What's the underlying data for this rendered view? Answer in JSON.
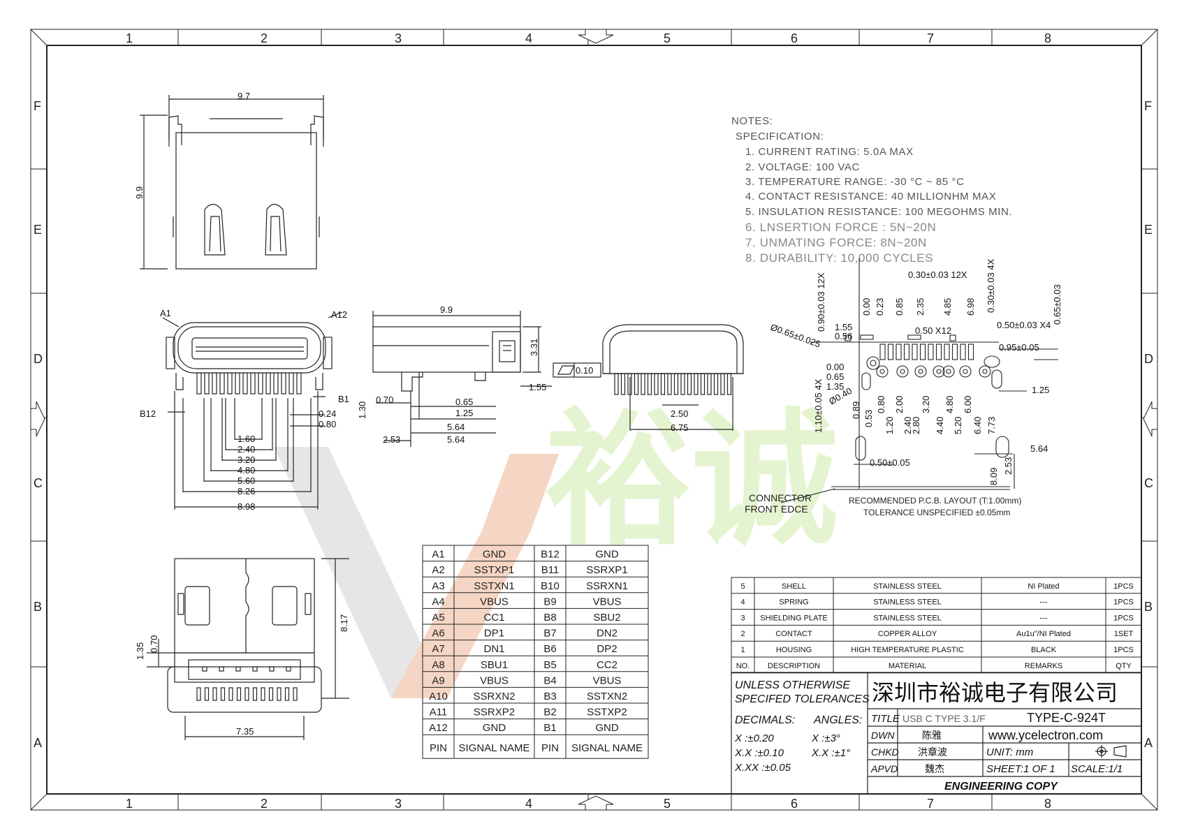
{
  "frame": {
    "col_labels": [
      "1",
      "2",
      "3",
      "4",
      "5",
      "6",
      "7",
      "8"
    ],
    "row_labels": [
      "F",
      "E",
      "D",
      "C",
      "B",
      "A"
    ]
  },
  "notes": {
    "heading": "NOTES:",
    "subheading": "SPECIFICATION:",
    "items": [
      "1. CURRENT RATING: 5.0A MAX",
      "2. VOLTAGE: 100 VAC",
      "3. TEMPERATURE RANGE: -30 °C ~ 85 °C",
      "4. CONTACT RESISTANCE: 40 MILLIONHM MAX",
      "5. INSULATION RESISTANCE: 100 MEGOHMS MIN.",
      "6. LNSERTION FORCE : 5N~20N",
      "7. UNMATING FORCE: 8N~20N",
      "8. DURABILITY:   10,000 CYCLES"
    ]
  },
  "top_view": {
    "width_dim": "9.7",
    "height_dim": "9.9"
  },
  "front_view": {
    "labels": {
      "a1": "A1",
      "a12": "A12",
      "b1": "B1",
      "b12": "B12"
    },
    "dims": [
      "0.24",
      "0.80",
      "1.60",
      "2.40",
      "3.20",
      "4.80",
      "5.60",
      "8.26",
      "8.98"
    ]
  },
  "side_view": {
    "dims": [
      "9.9",
      "3.31",
      "0.10",
      "1.55",
      "0.70",
      "1.30",
      "0.65",
      "1.25",
      "5.64",
      "2.53",
      "5.64"
    ]
  },
  "pcb_front": {
    "dims": [
      "2.50",
      "6.75"
    ]
  },
  "pcb_layout": {
    "dims_top": [
      "0.30±0.03 12X",
      "0.30±0.03 4X",
      "0.65±0.03",
      "0.50±0.03 X4",
      "0.95±0.05",
      "0.50 X12",
      "Ø0.65±0.025",
      "0.90±0.03 12X",
      "1.55",
      "0.56"
    ],
    "dims_top_vert": [
      "0.00",
      "0.23",
      "0.85",
      "2.35",
      "4.85",
      "6.98"
    ],
    "dims_left": [
      "0.00",
      "0.65",
      "1.35",
      "Ø0.40",
      "1.10±0.05 4X",
      "0.89",
      "0.53"
    ],
    "dims_bottom_vert": [
      "0.80",
      "1.20",
      "2.00",
      "2.40",
      "2.80",
      "3.20",
      "4.40",
      "4.80",
      "5.20",
      "6.00",
      "6.40",
      "7.73"
    ],
    "dims_misc": [
      "1.25",
      "0.50±0.05",
      "5.64",
      "2.53",
      "8.09"
    ],
    "front_edge_label_1": "CONNECTOR",
    "front_edge_label_2": "FRONT EDCE",
    "caption": "RECOMMENDED   P.C.B. LAYOUT (T:1.00mm)",
    "tolerance": "TOLERANCE UNSPECIFIED ±0.05mm"
  },
  "bottom_view": {
    "dims": [
      "8.17",
      "1.35",
      "0.70",
      "7.35"
    ]
  },
  "pin_table": {
    "rows": [
      [
        "A1",
        "GND",
        "B12",
        "GND"
      ],
      [
        "A2",
        "SSTXP1",
        "B11",
        "SSRXP1"
      ],
      [
        "A3",
        "SSTXN1",
        "B10",
        "SSRXN1"
      ],
      [
        "A4",
        "VBUS",
        "B9",
        "VBUS"
      ],
      [
        "A5",
        "CC1",
        "B8",
        "SBU2"
      ],
      [
        "A6",
        "DP1",
        "B7",
        "DN2"
      ],
      [
        "A7",
        "DN1",
        "B6",
        "DP2"
      ],
      [
        "A8",
        "SBU1",
        "B5",
        "CC2"
      ],
      [
        "A9",
        "VBUS",
        "B4",
        "VBUS"
      ],
      [
        "A10",
        "SSRXN2",
        "B3",
        "SSTXN2"
      ],
      [
        "A11",
        "SSRXP2",
        "B2",
        "SSTXP2"
      ],
      [
        "A12",
        "GND",
        "B1",
        "GND"
      ]
    ],
    "header": [
      "PIN",
      "SIGNAL NAME",
      "PIN",
      "SIGNAL NAME"
    ]
  },
  "bom": {
    "rows": [
      [
        "5",
        "SHELL",
        "STAINLESS STEEL",
        "NI   Plated",
        "1PCS"
      ],
      [
        "4",
        "SPRING",
        "STAINLESS STEEL",
        "---",
        "1PCS"
      ],
      [
        "3",
        "SHIELDING PLATE",
        "STAINLESS STEEL",
        "---",
        "1PCS"
      ],
      [
        "2",
        "CONTACT",
        "COPPER ALLOY",
        "Au1u\"/NI Plated",
        "1SET"
      ],
      [
        "1",
        "HOUSING",
        "HIGH TEMPERATURE PLASTIC",
        "BLACK",
        "1PCS"
      ]
    ],
    "header": [
      "NO.",
      "DESCRIPTION",
      "MATERIAL",
      "REMARKS",
      "QTY"
    ]
  },
  "title_block": {
    "company": "深圳市裕诚电子有限公司",
    "unless_1": "UNLESS OTHERWISE",
    "unless_2": "SPECIFED TOLERANCES",
    "decimals": "DECIMALS:",
    "angles": "ANGLES:",
    "tol_x": "X      :±0.20",
    "tol_xx": "X.X    :±0.10",
    "tol_xxx": "X.XX  :±0.05",
    "ang_x": "X   :±3°",
    "ang_xx": "X.X :±1°",
    "title_label": "TITLE",
    "title_value": "USB C TYPE 3.1/F",
    "part_no": "TYPE-C-924T",
    "dwn_label": "DWN",
    "dwn_value": "陈雅",
    "website": "www.ycelectron.com",
    "chkd_label": "CHKD",
    "chkd_value": "洪章波",
    "unit": "UNIT:    mm",
    "apvd_label": "APVD",
    "apvd_value": "魏杰",
    "sheet": "SHEET:1  OF  1",
    "scale": "SCALE:1/1",
    "copy": "ENGINEERING  COPY"
  },
  "watermark": {
    "text": "裕诚"
  }
}
